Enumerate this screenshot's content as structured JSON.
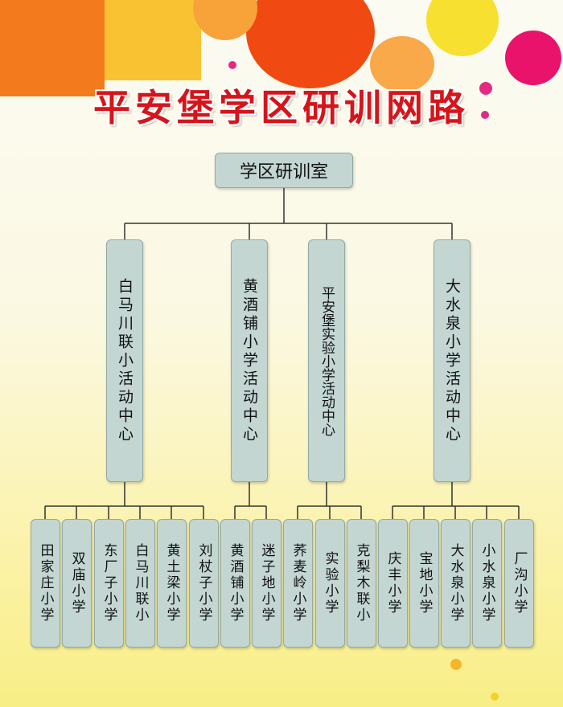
{
  "title": "平安堡学区研训网路",
  "root": "学区研训室",
  "centers": [
    {
      "name": "白马川联小活动中心",
      "schools": [
        "田家庄小学",
        "双庙小学",
        "东厂子小学",
        "白马川联小",
        "黄土梁小学",
        "刘杖子小学"
      ]
    },
    {
      "name": "黄酒铺小学活动中心",
      "schools": [
        "黄酒铺小学",
        "迷子地小学"
      ]
    },
    {
      "name": "平安堡实验小学活动中心",
      "schools": [
        "荞麦岭小学",
        "实验小学",
        "克梨木联小"
      ]
    },
    {
      "name": "大水泉小学活动中心",
      "schools": [
        "庆丰小学",
        "宝地小学",
        "大水泉小学",
        "小水泉小学",
        "厂沟小学"
      ]
    }
  ],
  "colors": {
    "title": "#d6141b",
    "box": "#c3d6d2",
    "line": "#333333"
  }
}
